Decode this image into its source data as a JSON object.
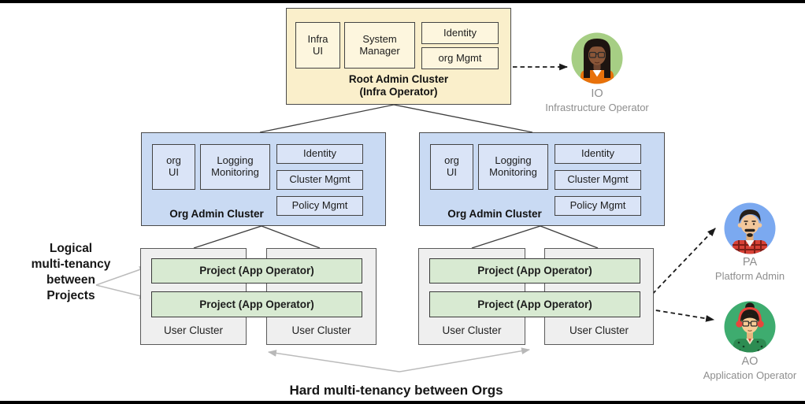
{
  "root_cluster": {
    "title": "Root Admin Cluster",
    "subtitle": "(Infra Operator)",
    "components": {
      "infra_ui": "Infra UI",
      "system_manager": "System Manager",
      "identity": "Identity",
      "org_mgmt": "org Mgmt"
    }
  },
  "org_clusters": [
    {
      "title": "Org Admin Cluster",
      "components": {
        "org_ui": "org UI",
        "logging_monitoring": "Logging Monitoring",
        "identity": "Identity",
        "cluster_mgmt": "Cluster Mgmt",
        "policy_mgmt": "Policy Mgmt"
      }
    },
    {
      "title": "Org Admin Cluster",
      "components": {
        "org_ui": "org UI",
        "logging_monitoring": "Logging Monitoring",
        "identity": "Identity",
        "cluster_mgmt": "Cluster Mgmt",
        "policy_mgmt": "Policy Mgmt"
      }
    }
  ],
  "user_groups": [
    {
      "projects": [
        "Project (App Operator)",
        "Project (App Operator)"
      ],
      "user_clusters": [
        "User Cluster",
        "User Cluster"
      ]
    },
    {
      "projects": [
        "Project (App Operator)",
        "Project (App Operator)"
      ],
      "user_clusters": [
        "User Cluster",
        "User Cluster"
      ]
    }
  ],
  "personas": [
    {
      "abbr": "IO",
      "role": "Infrastructure Operator",
      "circle_color": "#A6CE84"
    },
    {
      "abbr": "PA",
      "role": "Platform Admin",
      "circle_color": "#7BA9F0"
    },
    {
      "abbr": "AO",
      "role": "Application Operator",
      "circle_color": "#3EAC6F"
    }
  ],
  "annotations": {
    "logical_lines": [
      "Logical",
      "multi-tenancy",
      "between",
      "Projects"
    ],
    "hard": "Hard multi-tenancy between Orgs"
  },
  "colors": {
    "root_fill": "#FAEFCB",
    "root_inner_fill": "#FDF6DE",
    "org_fill": "#C9DAF3",
    "org_inner_fill": "#DAE4F7",
    "project_fill": "#D8EAD2",
    "user_cluster_fill": "#EFEFEF"
  }
}
